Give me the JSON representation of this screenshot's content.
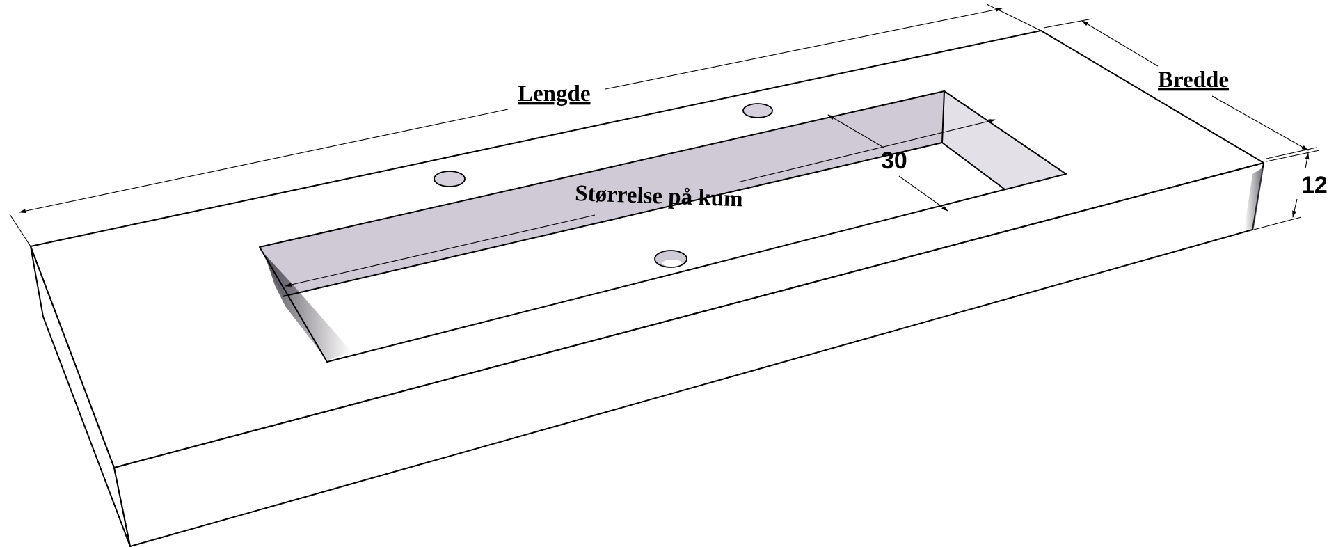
{
  "labels": {
    "length": "Lengde",
    "width": "Bredde",
    "basin_size": "Størrelse på kum",
    "basin_depth": "30",
    "thickness": "12"
  },
  "colors": {
    "top_face": "#ECE8F0",
    "front_face": "#BDB7C4",
    "side_face": "#C7C1CE",
    "basin_wall_back": "#CFCAD6",
    "basin_wall_side": "#E4E0E8",
    "basin_floor": "#FFFFFF",
    "line": "#000000"
  },
  "icons": {
    "tap_hole": "ellipse-hole-icon"
  }
}
